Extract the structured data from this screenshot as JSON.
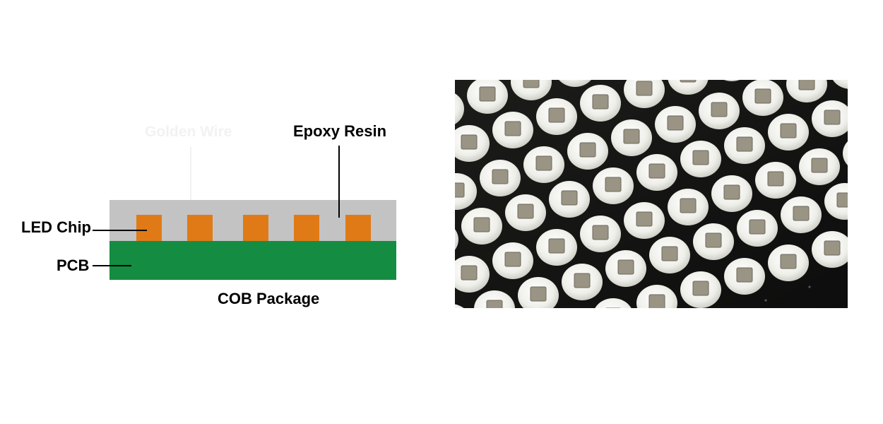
{
  "diagram": {
    "labels": {
      "golden_wire": "Golden Wire",
      "epoxy_resin": "Epoxy Resin",
      "led_chip": "LED Chip",
      "pcb": "PCB",
      "caption": "COB Package"
    },
    "colors": {
      "epoxy": "#c3c3c3",
      "led_chip": "#e07a16",
      "pcb": "#148d43",
      "golden_wire_label": "#f2f2f2"
    },
    "chip_count": 5
  },
  "photo": {
    "description_icon": "led-board-closeup-photo",
    "colors": {
      "board": "#151515",
      "dome": "#f4f4f1",
      "chip": "#9a9484"
    }
  }
}
